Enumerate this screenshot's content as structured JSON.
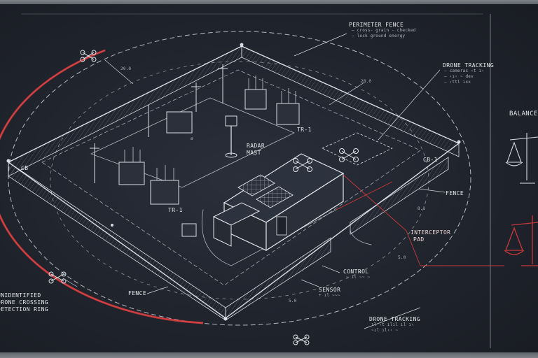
{
  "labels": {
    "perimeter_fence": "PERIMETER FENCE",
    "perimeter_notes": [
      "– cross- grain - checked",
      "– lock ground   energy"
    ],
    "drone_tracking_top": "DRONE TRACKING",
    "drone_tracking_top_notes": [
      "– cameras ‹t  ı‹",
      "– ‹ı‹  ~  dev",
      "– ‹ttl  ıxx"
    ],
    "balance": "BALANCE",
    "radar_mast": [
      "RADAR",
      "MAST"
    ],
    "tr1_right": "TR-1",
    "tr1_left": "TR-1",
    "cb_left": "CB",
    "cb_right": "CB-1",
    "fence_right": "FENCE",
    "fence_left": "FENCE",
    "interceptor_pad": [
      "INTERCEPTOR",
      "PAD"
    ],
    "control": "CONTROL",
    "control_note": "~ ıl ~~ ~",
    "sensor": "SENSOR",
    "sensor_note": "+ ıl ~~~",
    "drone_tracking_bottom": "DRONE TRACKING",
    "drone_tracking_bottom_notes": [
      "ıl  ‹t  ılıl  ıl  ı‹",
      "~ıl  ıl‹‹  ~"
    ],
    "unidentified": [
      "UNIDENTIFIED",
      "DRONE CROSSING",
      "DETECTION RING"
    ],
    "dim_top_left": "20.0",
    "dim_top_right": "28.0",
    "dim_mid_right": "8.1",
    "dim_bottom_right": "5.0",
    "dim_bottom_mid": "5.0",
    "dim_left": "ø"
  },
  "colors": {
    "background": "#20242d",
    "chalk": "#d9dde4",
    "red_accent": "#c8393b"
  },
  "icons": [
    "drone-icon",
    "balance-scale-icon",
    "radar-mast-icon",
    "transformer-icon",
    "solar-panel-icon",
    "building-icon"
  ]
}
